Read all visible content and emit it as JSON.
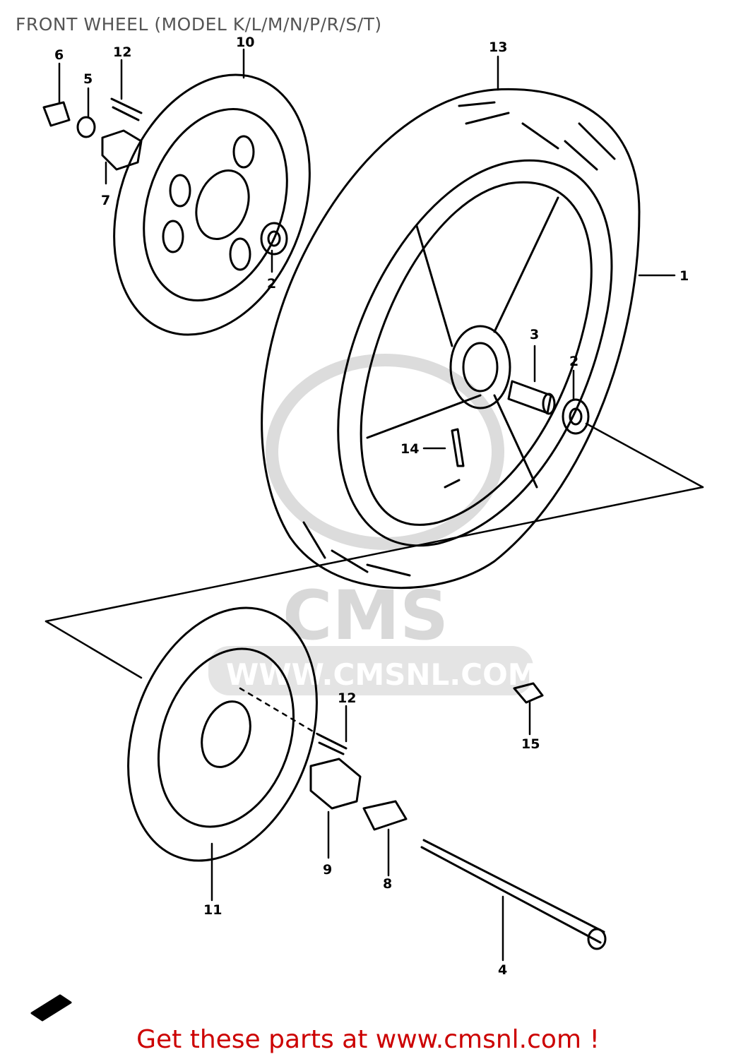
{
  "title": "FRONT WHEEL (MODEL K/L/M/N/P/R/S/T)",
  "footer": "Get these parts at www.cmsnl.com !",
  "watermark": {
    "brand": "CMS",
    "url": "WWW.CMSNL.COM"
  },
  "callouts": {
    "front_wheel": "1",
    "bearing_right": "2",
    "bearing_disc": "2",
    "spacer": "3",
    "front_axle": "4",
    "washer": "5",
    "nut": "6",
    "collar_top": "7",
    "collar_bottom": "8",
    "collar_left": "9",
    "disc_right": "10",
    "disc_left": "11",
    "disc_bolt_top": "12",
    "disc_bolt_bottom": "12",
    "tire": "13",
    "valve": "14",
    "clip": "15"
  },
  "colors": {
    "title": "#555555",
    "footer": "#cc0000",
    "line": "#000000",
    "watermark": "#d8d8d8"
  }
}
